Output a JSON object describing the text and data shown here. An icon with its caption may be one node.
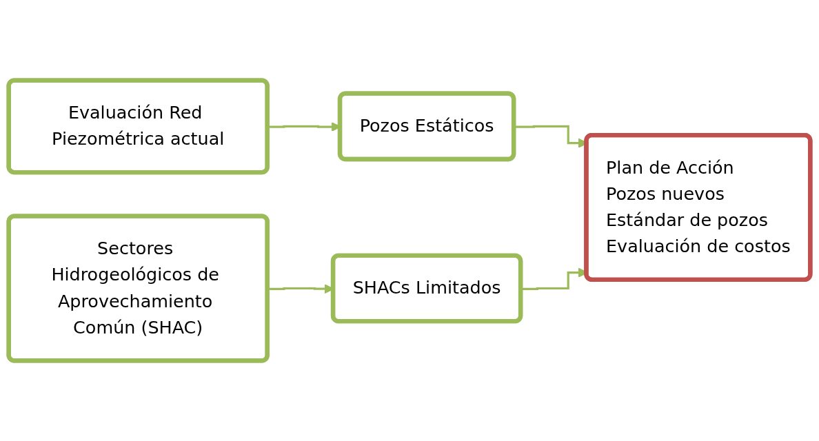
{
  "diagram": {
    "nodes": [
      {
        "text": [
          "Evaluación Red Piezométrica actual"
        ]
      },
      {
        "text": [
          "Pozos Estáticos"
        ]
      },
      {
        "text": [
          "SHACs Limitados"
        ]
      },
      {
        "text": [
          "Plan de Acción",
          "Pozos nuevos",
          "Estándar de pozos",
          "Evaluación de costos"
        ]
      },
      {
        "text": [
          "Sectores Hidrogeológicos de Aprovechamiento Común (SHAC)"
        ]
      }
    ],
    "edges": [
      {
        "from": 0,
        "to": 1,
        "arrow": "to"
      },
      {
        "from": 1,
        "to": 3,
        "arrow": "to"
      },
      {
        "from": 2,
        "to": 3,
        "arrow": "to"
      },
      {
        "from": 4,
        "to": 2,
        "arrow": "to"
      }
    ]
  }
}
